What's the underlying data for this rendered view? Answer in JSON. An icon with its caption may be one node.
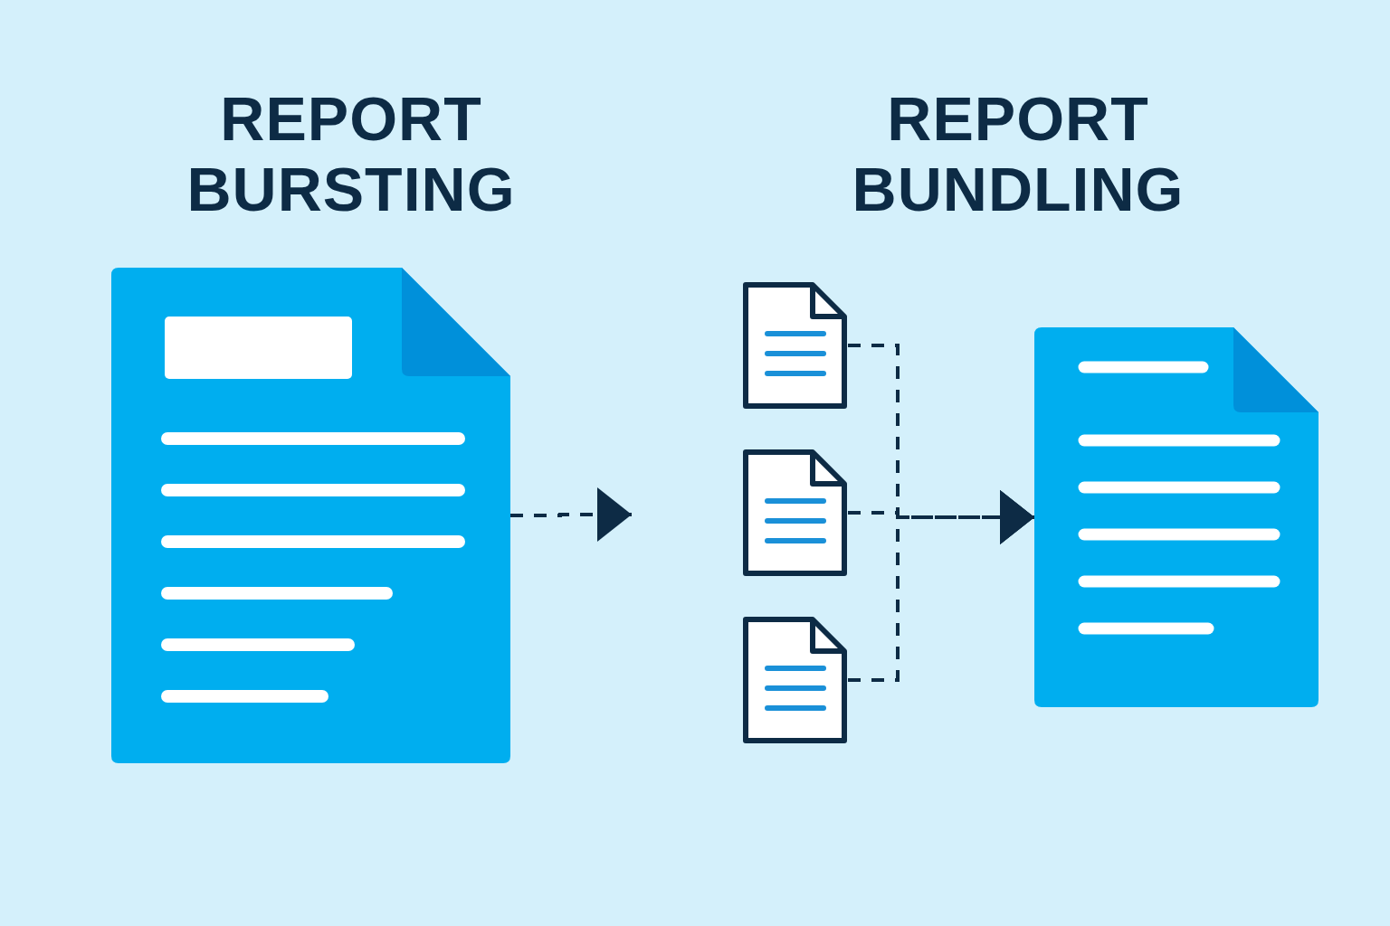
{
  "diagram": {
    "nodes": [
      {
        "text": [],
        "shape": "picture"
      },
      {
        "text": [],
        "shape": "picture"
      },
      {
        "text": [],
        "shape": "picture"
      },
      {
        "text": [],
        "shape": "picture"
      },
      {
        "text": [],
        "shape": "picture"
      }
    ],
    "edges": [
      {
        "from": 0,
        "to": null,
        "arrow": "to",
        "style": "dashed"
      },
      {
        "from": 1,
        "to": 4,
        "arrow": "to",
        "style": "dashed"
      },
      {
        "from": 2,
        "to": 4,
        "arrow": "to",
        "style": "dashed"
      },
      {
        "from": 3,
        "to": 4,
        "arrow": "to",
        "style": "dashed"
      }
    ],
    "labels": [
      "REPORT BURSTING",
      "REPORT BUNDLING"
    ]
  }
}
